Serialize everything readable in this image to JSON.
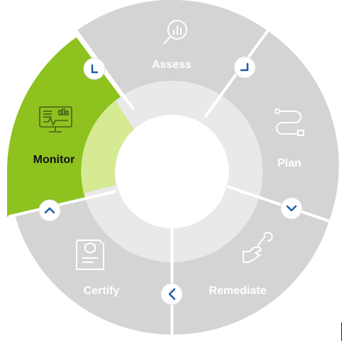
{
  "diagram": {
    "segments": [
      {
        "key": "assess",
        "label": "Assess",
        "icon": "magnifier-chart-icon",
        "active": false
      },
      {
        "key": "plan",
        "label": "Plan",
        "icon": "roadmap-path-icon",
        "active": false
      },
      {
        "key": "remediate",
        "label": "Remediate",
        "icon": "hand-wrench-icon",
        "active": false
      },
      {
        "key": "certify",
        "label": "Certify",
        "icon": "certificate-scroll-icon",
        "active": false
      },
      {
        "key": "monitor",
        "label": "Monitor",
        "icon": "monitor-dashboard-icon",
        "active": true
      }
    ],
    "colors": {
      "segment": "#d4d4d4",
      "active_segment": "#8dc21f",
      "inner_ring": "#e9e9e9",
      "active_inner_ring": "#d5ea93",
      "label": "#ffffff",
      "active_label": "#111111",
      "icon": "#ffffff",
      "active_icon": "#4a5f1a",
      "arrow": "#1f5fa8",
      "arrow_button": "#ffffff"
    }
  }
}
